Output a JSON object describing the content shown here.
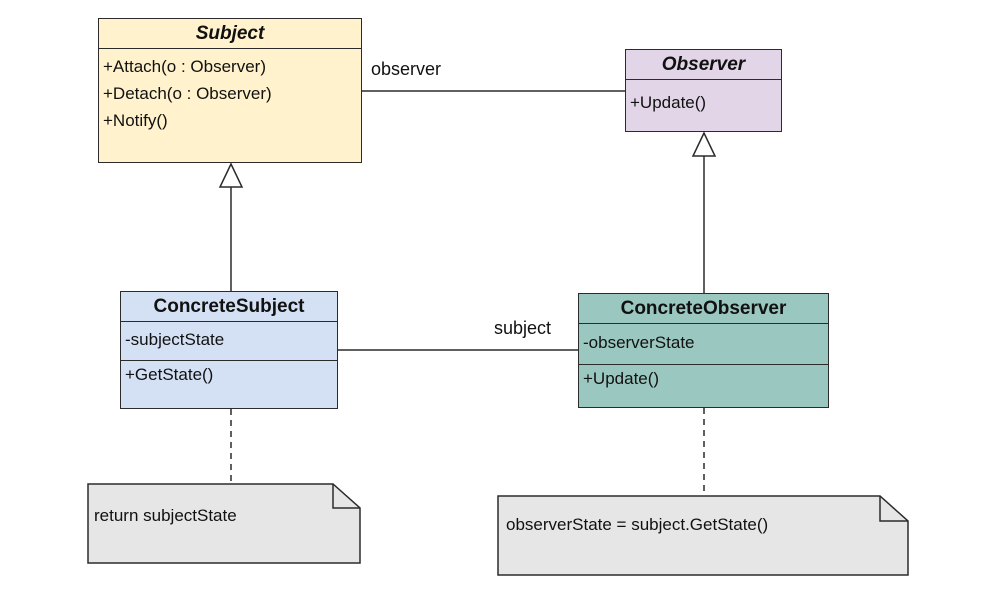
{
  "classes": {
    "subject": {
      "name": "Subject",
      "operations": [
        "+Attach(o : Observer)",
        "+Detach(o : Observer)",
        "+Notify()"
      ],
      "fill": "#fff2cc"
    },
    "observer": {
      "name": "Observer",
      "operations": [
        "+Update()"
      ],
      "fill": "#e1d5e7"
    },
    "concrete_subject": {
      "name": "ConcreteSubject",
      "attributes": [
        "-subjectState"
      ],
      "operations": [
        "+GetState()"
      ],
      "fill": "#d4e1f5"
    },
    "concrete_observer": {
      "name": "ConcreteObserver",
      "attributes": [
        "-observerState"
      ],
      "operations": [
        "+Update()"
      ],
      "fill": "#9ac7bf"
    }
  },
  "associations": {
    "observer_role": "observer",
    "subject_role": "subject"
  },
  "notes": {
    "concrete_subject": "return subjectState",
    "concrete_observer": "observerState = subject.GetState()"
  },
  "colors": {
    "line": "#2b2b2b",
    "note_fill": "#e6e6e6"
  }
}
